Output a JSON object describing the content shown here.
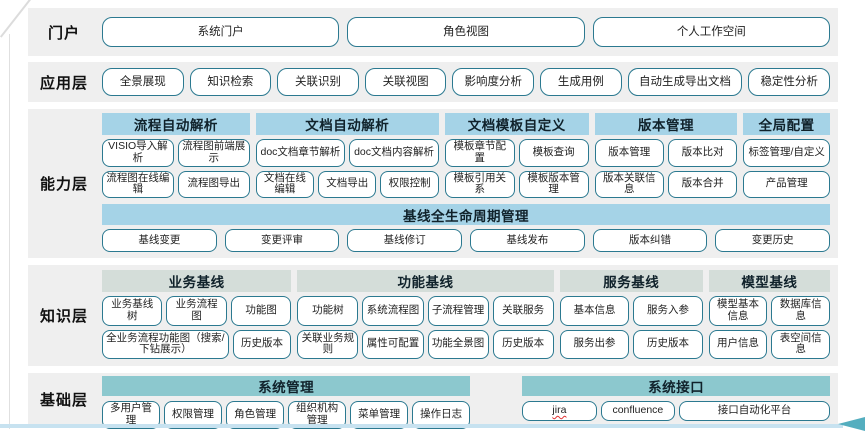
{
  "colors": {
    "band_background": "#efefef",
    "header_blue": "#a5d3e7",
    "header_green": "#d4ddd9",
    "header_teal": "#8cc8ce",
    "box_border": "#2b7990",
    "bottom_line": "#c7e2f0",
    "arrow": "#54aebf",
    "spellcheck_underline": "#e03131"
  },
  "layers": {
    "portal": {
      "label": "门户",
      "items": [
        "系统门户",
        "角色视图",
        "个人工作空间"
      ]
    },
    "application": {
      "label": "应用层",
      "items": [
        "全景展现",
        "知识检索",
        "关联识别",
        "关联视图",
        "影响度分析",
        "生成用例",
        "自动生成导出文档",
        "稳定性分析"
      ]
    },
    "capability": {
      "label": "能力层",
      "groups": [
        {
          "header": "流程自动解析",
          "rows": [
            [
              "VISIO导入解析",
              "流程图前端展示"
            ],
            [
              "流程图在线编辑",
              "流程图导出"
            ]
          ]
        },
        {
          "header": "文档自动解析",
          "rows": [
            [
              "doc文档章节解析",
              "doc文档内容解析"
            ],
            [
              "文档在线编辑",
              "文档导出",
              "权限控制"
            ]
          ]
        },
        {
          "header": "文档模板自定义",
          "rows": [
            [
              "模板章节配置",
              "模板查询"
            ],
            [
              "模板引用关系",
              "模板版本管理"
            ]
          ]
        },
        {
          "header": "版本管理",
          "rows": [
            [
              "版本管理",
              "版本比对"
            ],
            [
              "版本关联信息",
              "版本合并"
            ]
          ]
        },
        {
          "header": "全局配置",
          "rows": [
            [
              "标签管理/自定义"
            ],
            [
              "产品管理"
            ]
          ]
        }
      ],
      "baseline_header": "基线全生命周期管理",
      "baseline_items": [
        "基线变更",
        "变更评审",
        "基线修订",
        "基线发布",
        "版本纠错",
        "变更历史"
      ]
    },
    "knowledge": {
      "label": "知识层",
      "groups": [
        {
          "header": "业务基线",
          "rows": [
            [
              "业务基线树",
              "业务流程图",
              "功能图"
            ],
            [
              "全业务流程功能图（搜索/下钻展示）",
              "历史版本"
            ]
          ]
        },
        {
          "header": "功能基线",
          "rows": [
            [
              "功能树",
              "系统流程图",
              "子流程管理",
              "关联服务"
            ],
            [
              "关联业务规则",
              "属性可配置",
              "功能全景图",
              "历史版本"
            ]
          ]
        },
        {
          "header": "服务基线",
          "rows": [
            [
              "基本信息",
              "服务入参"
            ],
            [
              "服务出参",
              "历史版本"
            ]
          ]
        },
        {
          "header": "模型基线",
          "rows": [
            [
              "模型基本信息",
              "数据库信息"
            ],
            [
              "用户信息",
              "表空间信息"
            ]
          ]
        }
      ]
    },
    "foundation": {
      "label": "基础层",
      "spellcheck_flagged": "jira",
      "groups": [
        {
          "header": "系统管理",
          "items": [
            "多用户管理",
            "权限管理",
            "角色管理",
            "组织机构管理",
            "菜单管理",
            "操作日志"
          ]
        },
        {
          "header": "系统接口",
          "items": [
            "jira",
            "confluence",
            "接口自动化平台"
          ]
        }
      ]
    }
  }
}
